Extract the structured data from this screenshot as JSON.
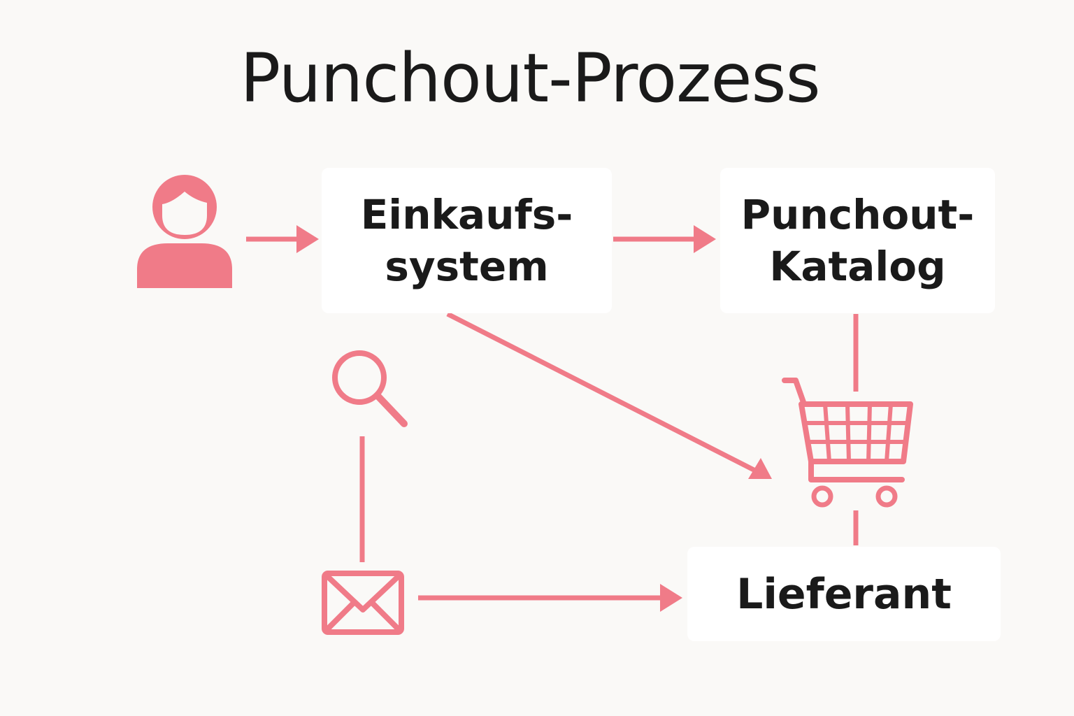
{
  "title": "Punchout-Prozess",
  "nodes": {
    "einkaufssystem": {
      "line1": "Einkaufs-",
      "line2": "system"
    },
    "punchout_katalog": {
      "line1": "Punchout-",
      "line2": "Katalog"
    },
    "lieferant": {
      "label": "Lieferant"
    }
  },
  "icons": {
    "user": "user-icon",
    "search": "magnifier-icon",
    "cart": "shopping-cart-icon",
    "mail": "envelope-icon"
  },
  "colors": {
    "accent": "#f07b88",
    "text": "#1a1a1a",
    "background": "#faf9f7",
    "box": "#ffffff"
  }
}
